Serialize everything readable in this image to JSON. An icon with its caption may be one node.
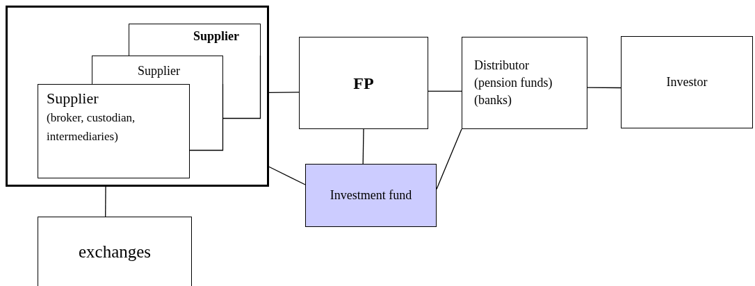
{
  "diagram": {
    "nodes": [
      {
        "text": [],
        "shape": "box"
      },
      {
        "text": [
          "Supplier"
        ],
        "in": 0
      },
      {
        "text": [
          "Supplier"
        ],
        "in": 0
      },
      {
        "text": [
          "Supplier",
          "(broker, custodian, intermediaries)"
        ],
        "in": 0
      },
      {
        "text": [
          "FP"
        ]
      },
      {
        "text": [
          "Distributor (pension funds) (banks)"
        ]
      },
      {
        "text": [
          "Investor"
        ]
      },
      {
        "text": [
          "Investment fund"
        ]
      },
      {
        "text": [
          "exchanges"
        ]
      }
    ],
    "edges": [
      {
        "from": 0,
        "to": 4,
        "arrow": "none"
      },
      {
        "from": 4,
        "to": 5,
        "arrow": "none"
      },
      {
        "from": 5,
        "to": 6,
        "arrow": "none"
      },
      {
        "from": 4,
        "to": 7,
        "arrow": "none"
      },
      {
        "from": 0,
        "to": 7,
        "arrow": "none"
      },
      {
        "from": 5,
        "to": 7,
        "arrow": "none"
      },
      {
        "from": 0,
        "to": 8,
        "arrow": "none"
      }
    ]
  }
}
